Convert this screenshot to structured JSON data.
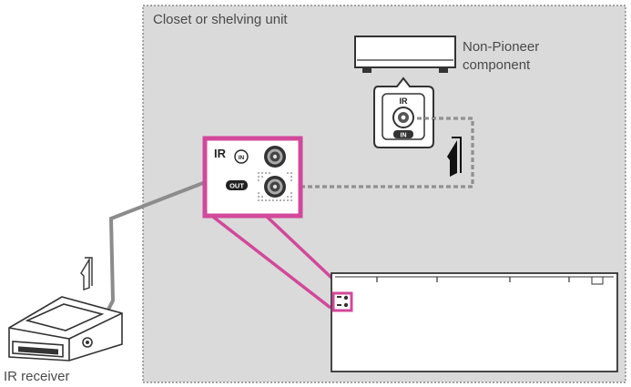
{
  "closet": {
    "label": "Closet or shelving unit"
  },
  "component": {
    "label_line1": "Non-Pioneer",
    "label_line2": "component",
    "jack_top": "IR",
    "jack_bottom": "IN"
  },
  "panel": {
    "ir": "IR",
    "in": "IN",
    "out": "OUT"
  },
  "receiver": {
    "label": "IR receiver"
  },
  "colors": {
    "closet_fill": "#dadada",
    "highlight": "#d2489a",
    "cable": "#8c8c8c",
    "jack": "#555555"
  }
}
